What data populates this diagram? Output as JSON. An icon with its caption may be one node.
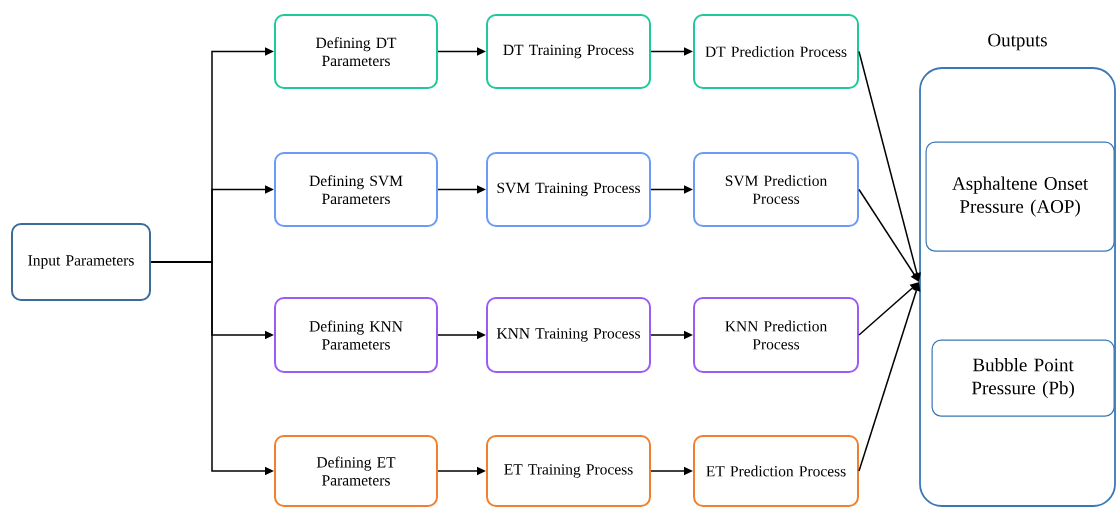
{
  "diagram": {
    "nodes": [
      {
        "text": [
          "Input Parameters"
        ]
      },
      {
        "text": [
          "Defining DT Parameters"
        ]
      },
      {
        "text": [
          "DT Training Process"
        ]
      },
      {
        "text": [
          "DT Prediction Process"
        ]
      },
      {
        "text": [
          "Defining SVM Parameters"
        ]
      },
      {
        "text": [
          "SVM Training Process"
        ]
      },
      {
        "text": [
          "SVM Prediction Process"
        ]
      },
      {
        "text": [
          "Defining KNN Parameters"
        ]
      },
      {
        "text": [
          "KNN Training Process"
        ]
      },
      {
        "text": [
          "KNN Prediction Process"
        ]
      },
      {
        "text": [
          "Defining ET Parameters"
        ]
      },
      {
        "text": [
          "ET Training Process"
        ]
      },
      {
        "text": [
          "ET Prediction Process"
        ]
      },
      {
        "text": [
          "Outputs"
        ]
      },
      {
        "text": [
          "Asphaltene Onset Pressure (AOP)"
        ],
        "in": 13
      },
      {
        "text": [
          "Bubble Point Pressure (Pb)"
        ],
        "in": 13
      }
    ],
    "edges": [
      {
        "from": 0,
        "to": 1,
        "arrow": "to"
      },
      {
        "from": 0,
        "to": 4,
        "arrow": "to"
      },
      {
        "from": 0,
        "to": 7,
        "arrow": "to"
      },
      {
        "from": 0,
        "to": 10,
        "arrow": "to"
      },
      {
        "from": 1,
        "to": 2,
        "arrow": "to"
      },
      {
        "from": 2,
        "to": 3,
        "arrow": "to"
      },
      {
        "from": 4,
        "to": 5,
        "arrow": "to"
      },
      {
        "from": 5,
        "to": 6,
        "arrow": "to"
      },
      {
        "from": 7,
        "to": 8,
        "arrow": "to"
      },
      {
        "from": 8,
        "to": 9,
        "arrow": "to"
      },
      {
        "from": 10,
        "to": 11,
        "arrow": "to"
      },
      {
        "from": 11,
        "to": 12,
        "arrow": "to"
      },
      {
        "from": 3,
        "to": 13,
        "arrow": "to"
      },
      {
        "from": 6,
        "to": 13,
        "arrow": "to"
      },
      {
        "from": 9,
        "to": 13,
        "arrow": "to"
      },
      {
        "from": 12,
        "to": 13,
        "arrow": "to"
      }
    ]
  }
}
